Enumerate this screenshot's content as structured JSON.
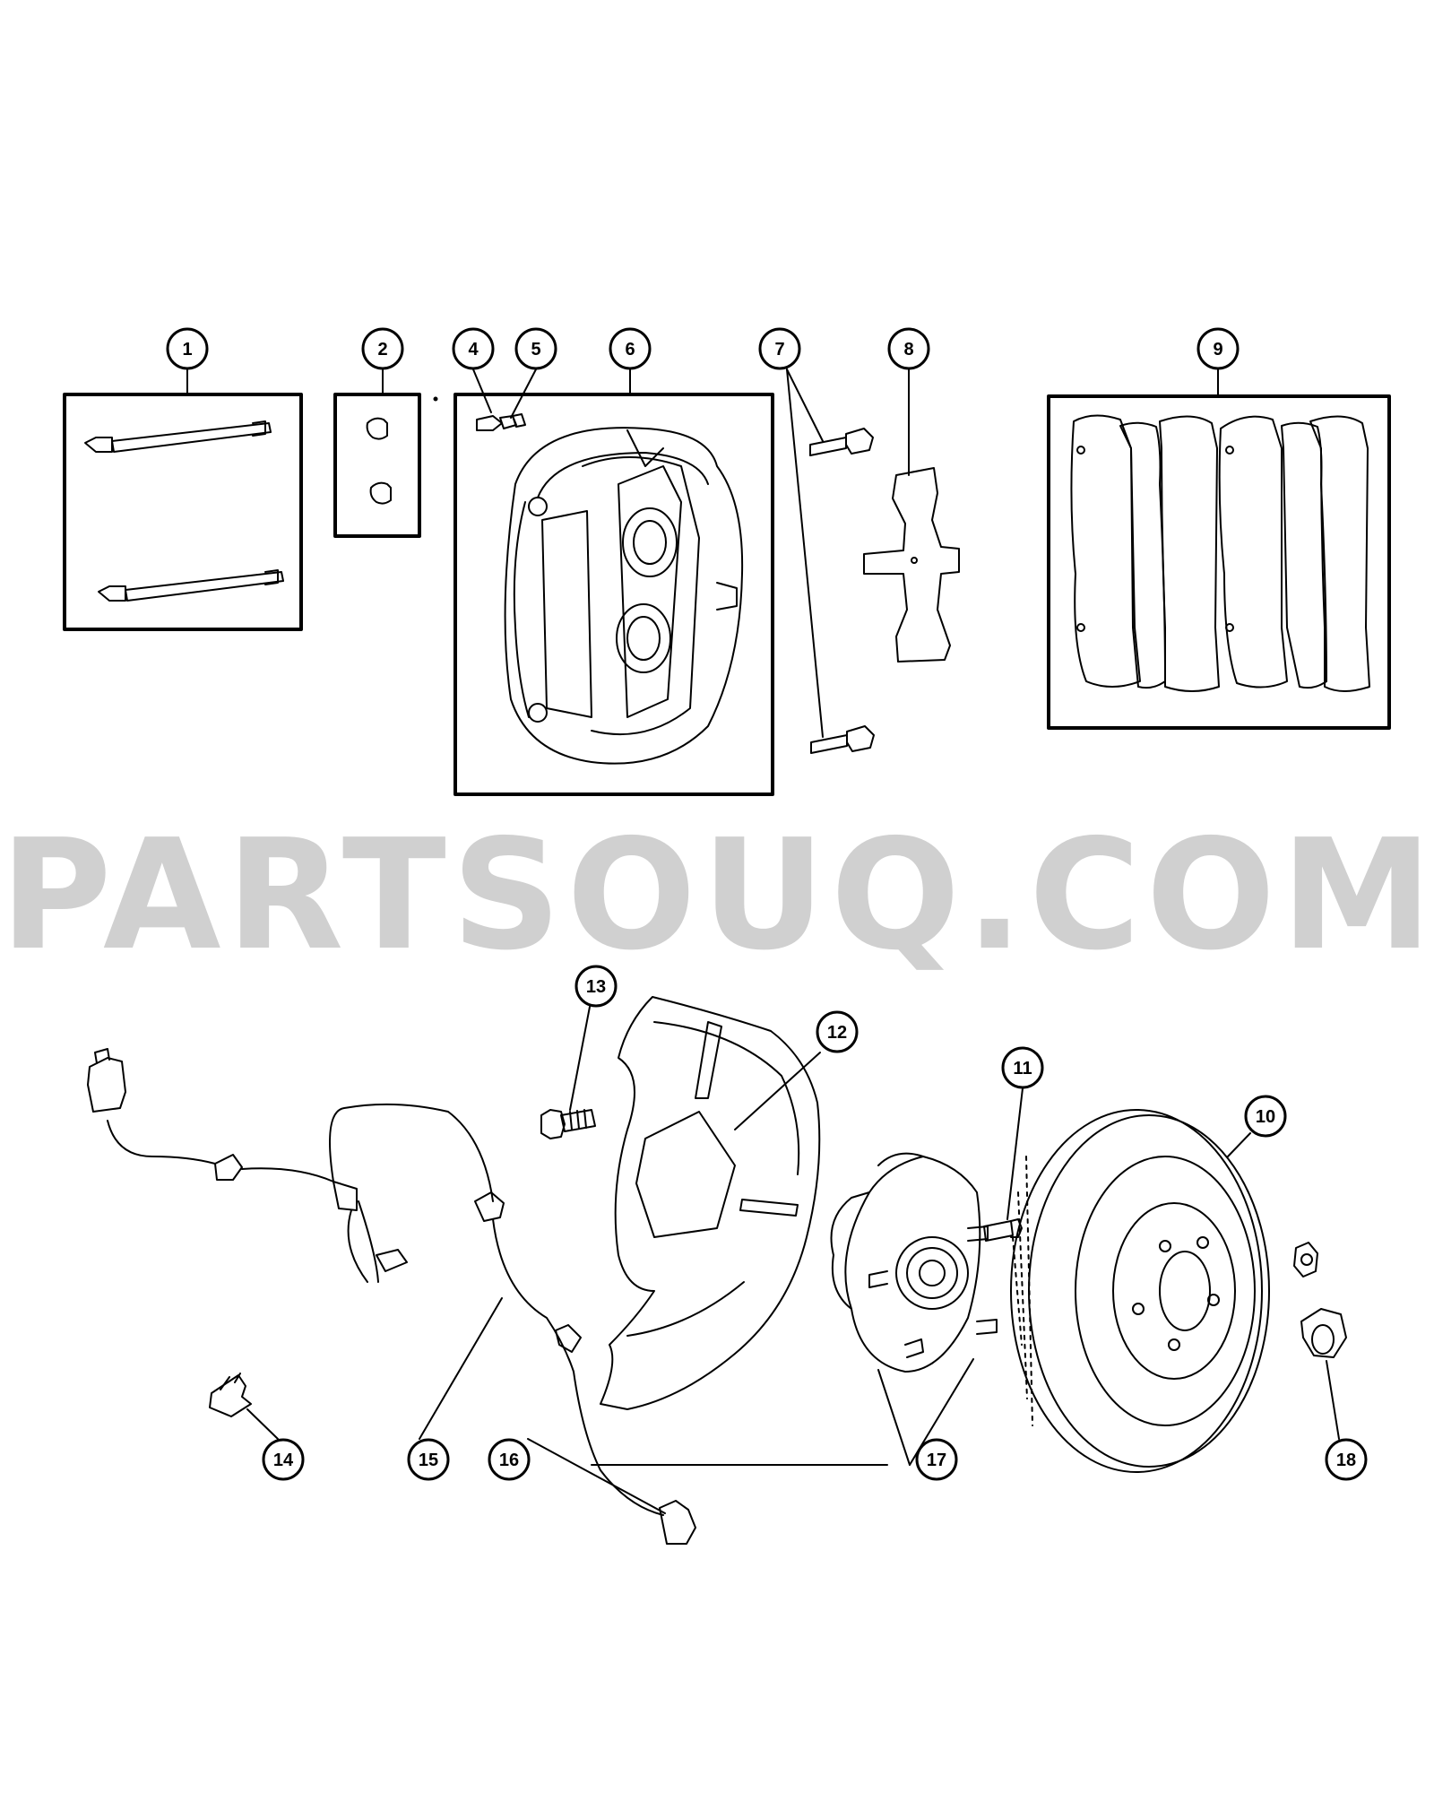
{
  "watermark": {
    "text": "PARTSOUQ.COM"
  },
  "callouts": [
    "1",
    "2",
    "4",
    "5",
    "6",
    "7",
    "8",
    "9",
    "13",
    "12",
    "11",
    "10",
    "14",
    "15",
    "16",
    "17",
    "18"
  ],
  "parts": {
    "guide_pins": "guide-pin-set",
    "bushings": "caliper-bushing-set",
    "bleeder": "bleeder-screw",
    "bleeder_cap": "bleeder-cap",
    "caliper": "disc-brake-caliper",
    "bolts": "caliper-mounting-bolts",
    "anti_rattle": "anti-rattle-clip",
    "pads": "brake-pad-set",
    "rotor": "brake-rotor",
    "wheel_stud": "wheel-stud",
    "shield": "splash-shield",
    "shield_bolt": "shield-bolt",
    "clip": "retaining-clip",
    "wheel_sensor": "wheel-speed-sensor",
    "sensor_connector": "sensor-connector",
    "hub_bearing": "hub-and-bearing",
    "hub_nut": "hub-nut"
  }
}
